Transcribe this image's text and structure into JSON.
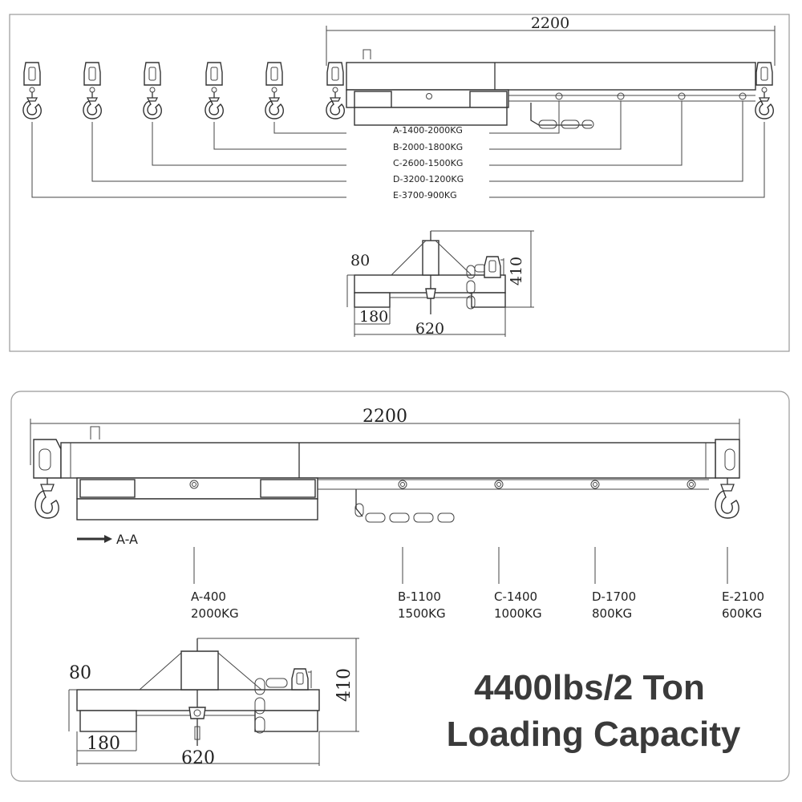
{
  "colors": {
    "line": "#333333",
    "frame": "#999999",
    "caption": "#3a3a3a"
  },
  "top_panel": {
    "length_label": "2200",
    "positions": [
      {
        "label": "A-1400-2000KG"
      },
      {
        "label": "B-2000-1800KG"
      },
      {
        "label": "C-2600-1500KG"
      },
      {
        "label": "D-3200-1200KG"
      },
      {
        "label": "E-3700-900KG"
      }
    ],
    "side_view": {
      "dim_80": "80",
      "dim_410": "410",
      "dim_180": "180",
      "dim_620": "620"
    }
  },
  "bottom_panel": {
    "length_label": "2200",
    "section_label": "A-A",
    "positions": [
      {
        "code": "A-400",
        "load": "2000KG"
      },
      {
        "code": "B-1100",
        "load": "1500KG"
      },
      {
        "code": "C-1400",
        "load": "1000KG"
      },
      {
        "code": "D-1700",
        "load": "800KG"
      },
      {
        "code": "E-2100",
        "load": "600KG"
      }
    ],
    "side_view": {
      "dim_80": "80",
      "dim_410": "410",
      "dim_180": "180",
      "dim_620": "620"
    },
    "caption_line1": "4400lbs/2 Ton",
    "caption_line2": "Loading Capacity"
  }
}
